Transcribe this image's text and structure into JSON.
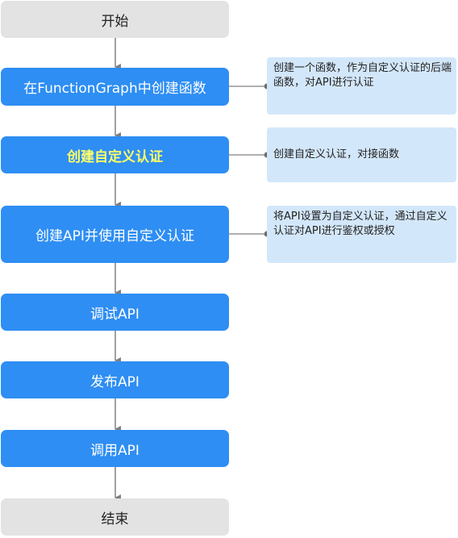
{
  "flow": {
    "start": "开始",
    "steps": [
      "在FunctionGraph中创建函数",
      "创建自定义认证",
      "创建API并使用自定义认证",
      "调试API",
      "发布API",
      "调用API"
    ],
    "end": "结束"
  },
  "notes": [
    "创建一个函数，作为自定义认证的后端函数，对API进行认证",
    "创建自定义认证，对接函数",
    "将API设置为自定义认证，通过自定义认证对API进行鉴权或授权"
  ],
  "colors": {
    "step_fill": "#2e8ef3",
    "terminal_fill": "#e3e3e3",
    "note_fill": "#d3e7fa",
    "highlight_text": "#ffff66",
    "connector": "#808080"
  }
}
